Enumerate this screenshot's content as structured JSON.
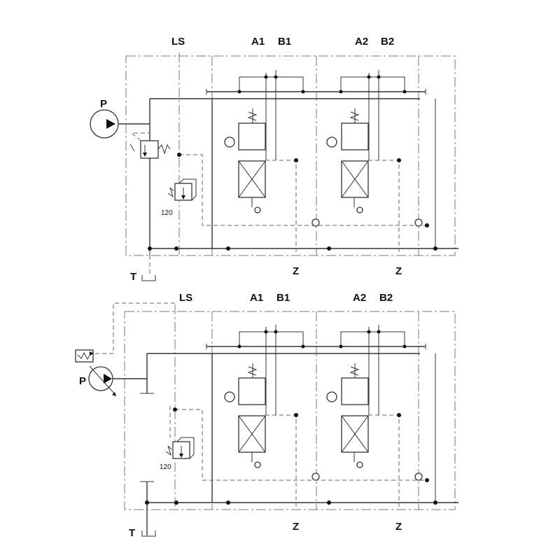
{
  "diagrams": [
    {
      "labels": {
        "ls": "LS",
        "a1": "A1",
        "b1": "B1",
        "a2": "A2",
        "b2": "B2",
        "p": "P",
        "t": "T",
        "z1": "Z",
        "z2": "Z",
        "relief": "120"
      },
      "pump": "fixed-pump-icon"
    },
    {
      "labels": {
        "ls": "LS",
        "a1": "A1",
        "b1": "B1",
        "a2": "A2",
        "b2": "B2",
        "p": "P",
        "t": "T",
        "z1": "Z",
        "z2": "Z",
        "relief": "120"
      },
      "pump": "variable-pump-icon"
    }
  ],
  "colors": {
    "line": "#333333",
    "pilot": "#666666",
    "boundary": "#777777"
  }
}
